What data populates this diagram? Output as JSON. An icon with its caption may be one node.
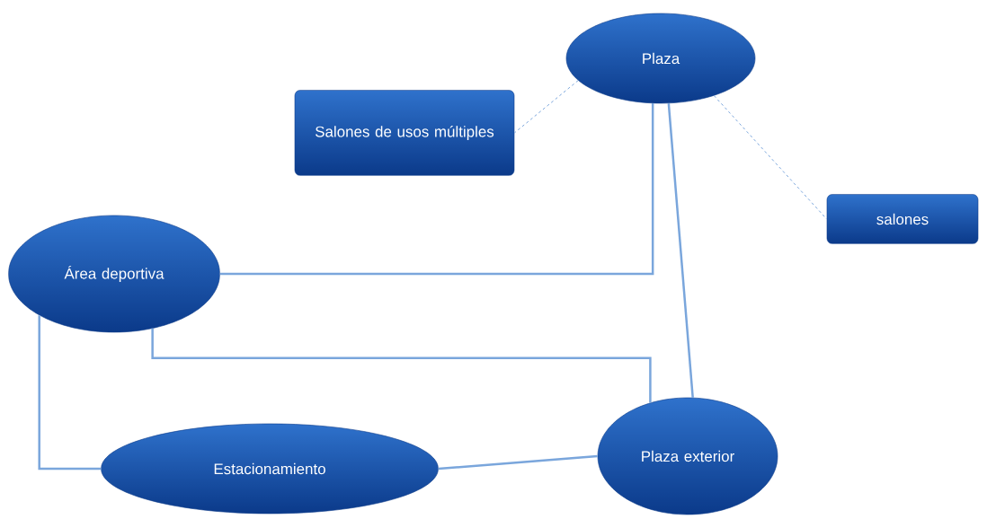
{
  "diagram": {
    "nodes": [
      {
        "text": [
          "Plaza"
        ]
      },
      {
        "text": [
          "Salones de usos múltiples"
        ]
      },
      {
        "text": [
          "salones"
        ]
      },
      {
        "text": [
          "Área deportiva"
        ]
      },
      {
        "text": [
          "Estacionamiento"
        ]
      },
      {
        "text": [
          "Plaza exterior"
        ]
      }
    ],
    "edges": [
      {
        "from": 0,
        "to": 1,
        "arrow": "none",
        "style": "dashed"
      },
      {
        "from": 0,
        "to": 2,
        "arrow": "none",
        "style": "dashed"
      },
      {
        "from": 3,
        "to": 0,
        "arrow": "none"
      },
      {
        "from": 0,
        "to": 5,
        "arrow": "none"
      },
      {
        "from": 3,
        "to": 5,
        "arrow": "none"
      },
      {
        "from": 3,
        "to": 4,
        "arrow": "none"
      },
      {
        "from": 4,
        "to": 5,
        "arrow": "none"
      }
    ]
  }
}
